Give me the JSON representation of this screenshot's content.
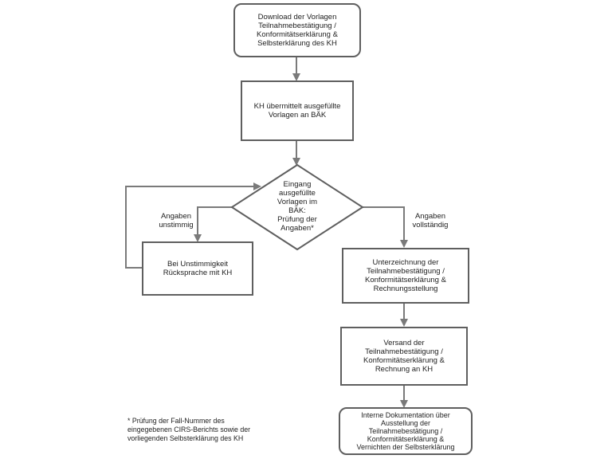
{
  "diagram": {
    "nodes": {
      "download": "Download der Vorlagen\nTeilnahmebestätigung /\nKonformitätserklärung &\nSelbsterklärung des KH",
      "submit": "KH übermittelt ausgefüllte\nVorlagen an BÄK",
      "decision": "Eingang\nausgefüllte\nVorlagen im\nBÄK:\nPrüfung der\nAngaben*",
      "query": "Bei Unstimmigkeit\nRücksprache mit KH",
      "sign": "Unterzeichnung der\nTeilnahmebestätigung /\nKonformitätserklärung &\nRechnungsstellung",
      "send": "Versand der\nTeilnahmebestätigung /\nKonformitätserklärung &\nRechnung an KH",
      "document": "Interne Dokumentation über\nAusstellung der\nTeilnahmebestätigung /\nKonformitätserklärung &\nVernichten der Selbsterklärung"
    },
    "edge_labels": {
      "inconsistent": "Angaben\nunstimmig",
      "complete": "Angaben\nvollständig"
    },
    "footnote": "* Prüfung der Fall-Nummer des\n  eingegebenen CIRS-Berichts sowie der\n  vorliegenden Selbsterklärung des KH",
    "colors": {
      "stroke": "#5f5f5f",
      "arrow": "#7a7a7a",
      "text": "#222222"
    }
  }
}
